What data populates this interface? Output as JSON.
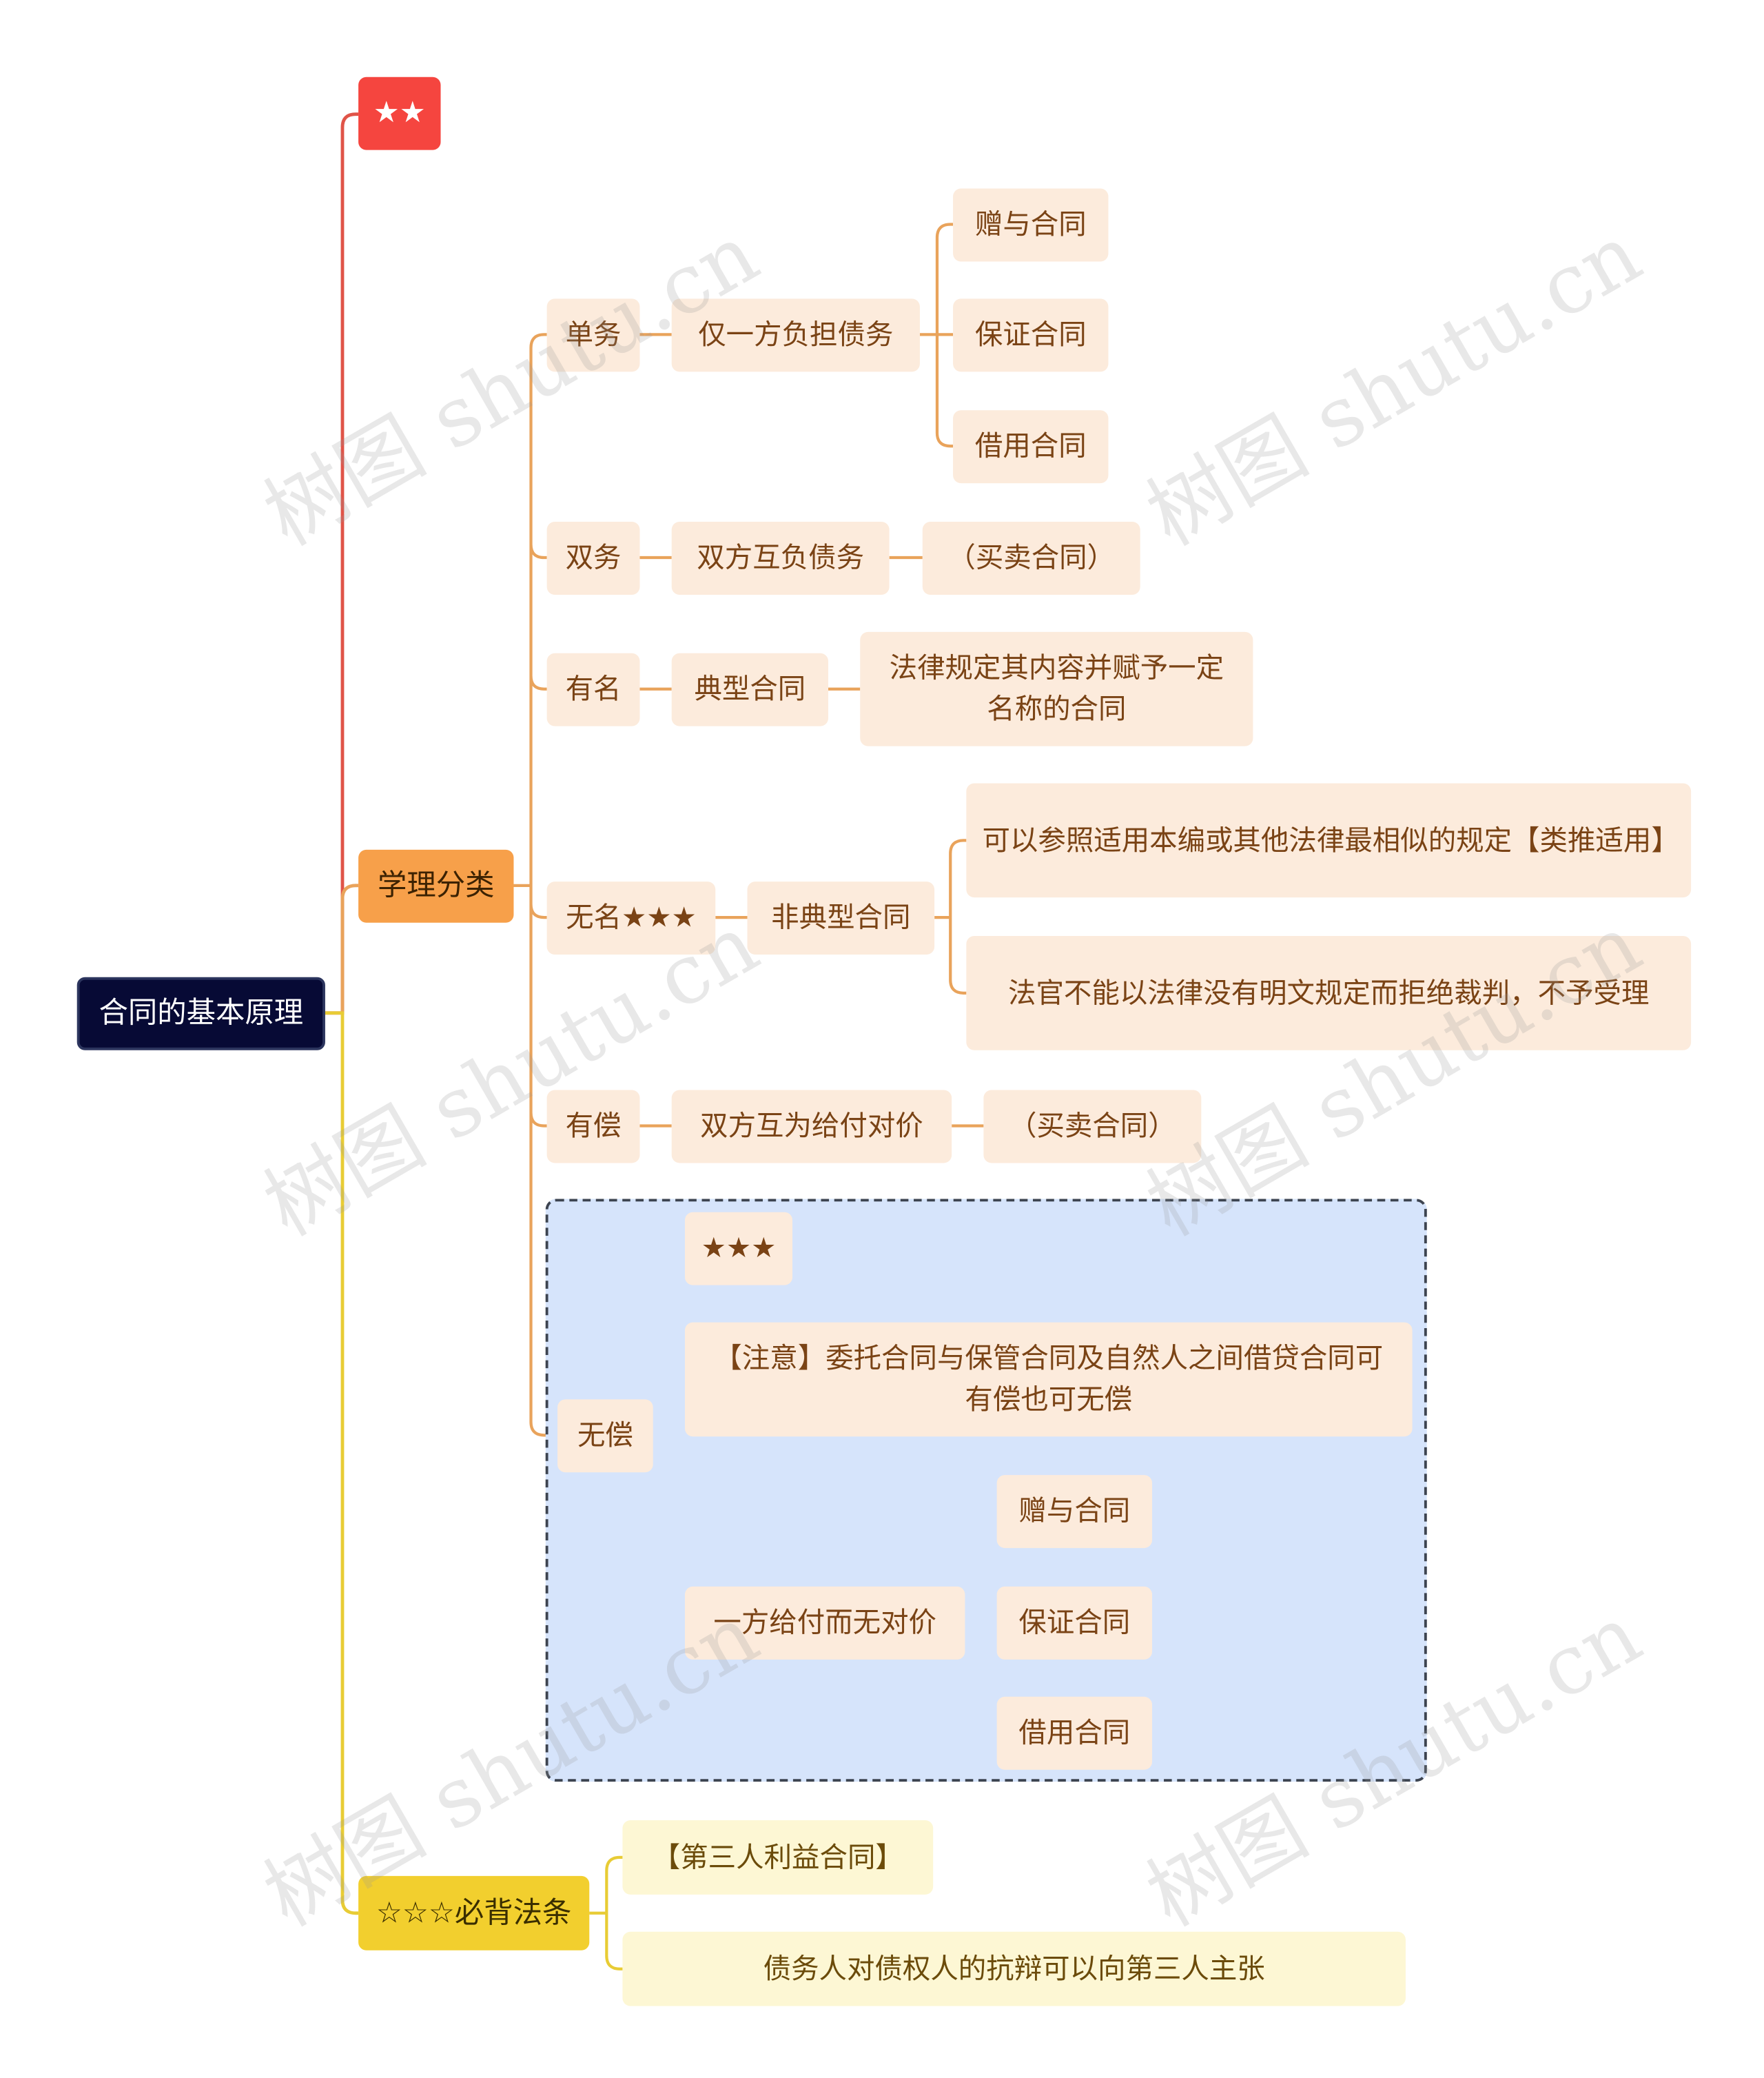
{
  "root": {
    "label": "合同的基本原理"
  },
  "branches": {
    "stars": {
      "label": "★★"
    },
    "academic": {
      "label": "学理分类",
      "unilateral": {
        "label": "单务",
        "desc": "仅一方负担债务",
        "examples": [
          "赠与合同",
          "保证合同",
          "借用合同"
        ]
      },
      "bilateral": {
        "label": "双务",
        "desc": "双方互负债务",
        "example": "（买卖合同）"
      },
      "named": {
        "label": "有名",
        "desc": "典型合同",
        "detail": "法律规定其内容并赋予一定名称的合同"
      },
      "unnamed": {
        "label": "无名★★★",
        "desc": "非典型合同",
        "notes": [
          "可以参照适用本编或其他法律最相似的规定【类推适用】",
          "法官不能以法律没有明文规定而拒绝裁判，不予受理"
        ]
      },
      "onerous": {
        "label": "有偿",
        "desc": "双方互为给付对价",
        "example": "（买卖合同）"
      },
      "gratuitous": {
        "label": "无偿",
        "stars": "★★★",
        "note": "【注意】委托合同与保管合同及自然人之间借贷合同可有偿也可无偿",
        "desc": "一方给付而无对价",
        "examples": [
          "赠与合同",
          "保证合同",
          "借用合同"
        ]
      }
    },
    "must_recite": {
      "label": "☆☆☆必背法条",
      "items": [
        "【第三人利益合同】",
        "债务人对债权人的抗辩可以向第三人主张"
      ]
    }
  },
  "watermark": "树图 shutu.cn",
  "colors": {
    "root": "#070a35",
    "red": "#f5453f",
    "orange": "#f7a04a",
    "yellow": "#f2cf2e",
    "leaf": "#fcebdc",
    "yellow_leaf": "#fdf7d4",
    "group": "#d6e4fb",
    "line_orange": "#e9a35b"
  }
}
